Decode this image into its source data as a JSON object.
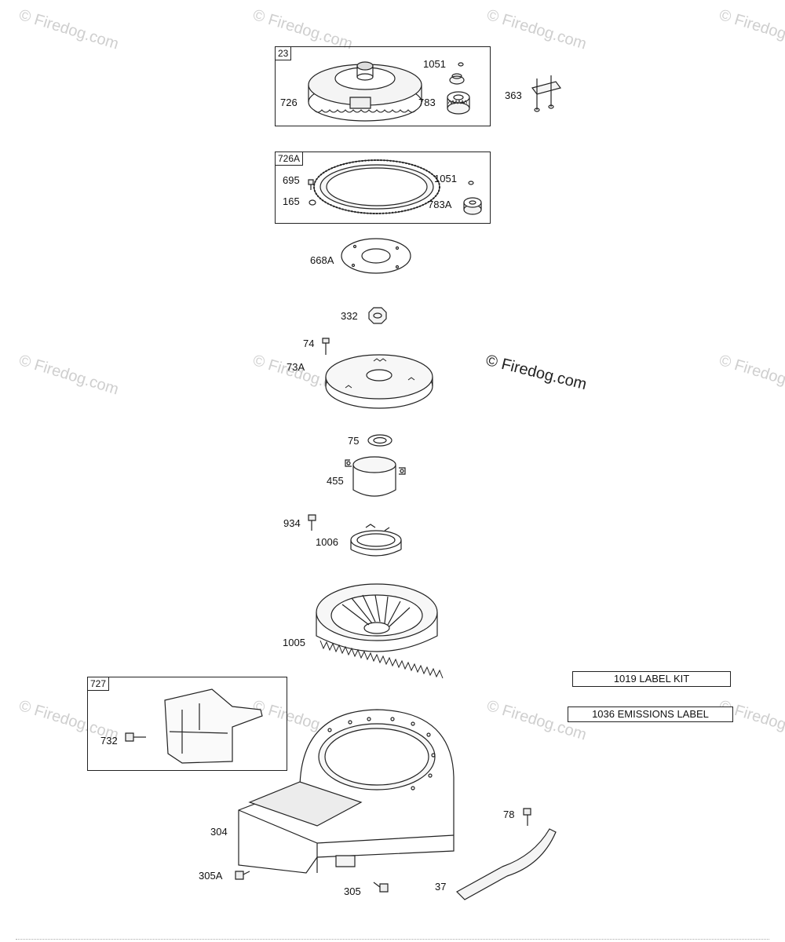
{
  "watermark": {
    "text": "© Firedog.com",
    "main_text": "© Firedog.com",
    "color": "#cfcfcf"
  },
  "frames": {
    "f23": "23",
    "f726A": "726A",
    "f727": "727"
  },
  "callouts": {
    "c1051a": "1051",
    "c726": "726",
    "c783": "783",
    "c363": "363",
    "c695": "695",
    "c165": "165",
    "c1051b": "1051",
    "c783A": "783A",
    "c668A": "668A",
    "c332": "332",
    "c74": "74",
    "c73A": "73A",
    "c75": "75",
    "c455": "455",
    "c934": "934",
    "c1006": "1006",
    "c1005": "1005",
    "c732": "732",
    "c304": "304",
    "c305A": "305A",
    "c305": "305",
    "c78": "78",
    "c37": "37"
  },
  "kits": {
    "label_kit": "1019 LABEL KIT",
    "emissions_label": "1036 EMISSIONS LABEL"
  }
}
